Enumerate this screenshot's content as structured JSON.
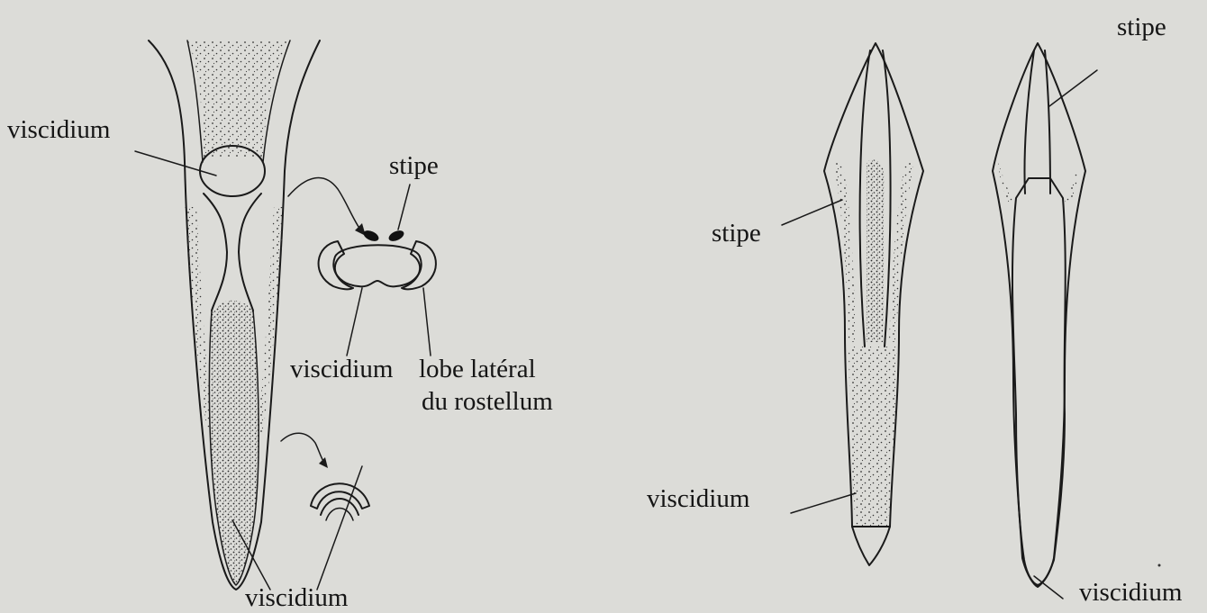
{
  "labels": {
    "left_viscidium_top": "viscidium",
    "left_stipe": "stipe",
    "section_viscidium": "viscidium",
    "section_lobe_line1": "lobe latéral",
    "section_lobe_line2": "du rostellum",
    "left_viscidium_bottom": "viscidium",
    "middle_stipe": "stipe",
    "middle_viscidium": "viscidium",
    "right_stipe": "stipe",
    "right_viscidium": "viscidium"
  }
}
